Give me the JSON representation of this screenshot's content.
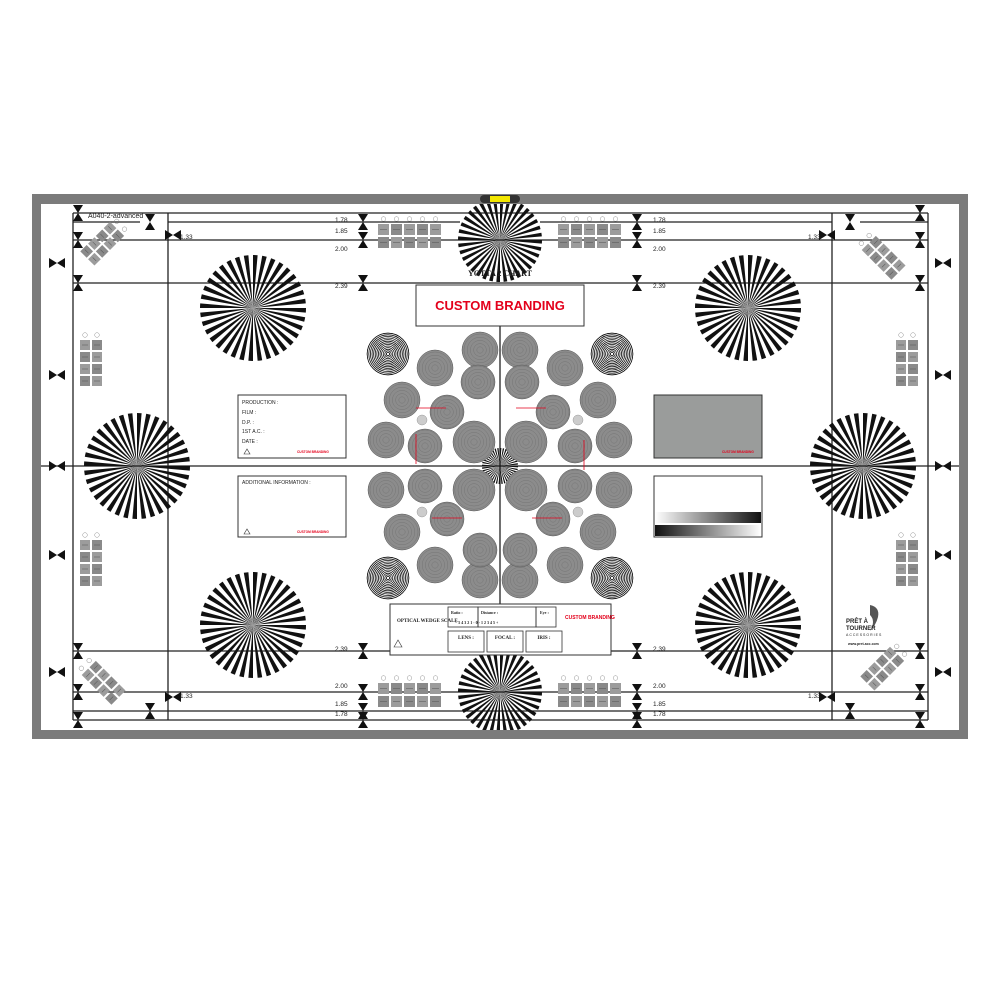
{
  "chart": {
    "code": "A040-2-advanced",
    "title": "YOTTA 2 CHART",
    "ratios": {
      "r178": "1.78",
      "r185": "1.85",
      "r200": "2.00",
      "r239": "2.39",
      "r133": "1.33"
    },
    "branding": "CUSTOM BRANDING"
  },
  "form_left": {
    "production": "PRODUCTION :",
    "film": "FILM :",
    "dp": "D.P. :",
    "ac": "1ST A.C. :",
    "date": "DATE :",
    "additional": "ADDITIONAL INFORMATION :",
    "branding": "CUSTOM BRANDING"
  },
  "grey_card": {
    "branding": "CUSTOM BRANDING"
  },
  "wedge_box": {
    "title": "OPTICAL WEDGE SCALE",
    "ratio": "Ratio :",
    "distance": "Distance :",
    "eye": "Eye :",
    "scale": "−  5  4  3  2  1  ·  0  ·  1  2  3  4  5  +",
    "lens": "LENS :",
    "focal": "FOCAL :",
    "iris": "IRIS :",
    "branding": "CUSTOM BRANDING"
  },
  "logo": {
    "line1": "PRÊT À",
    "line2": "TOURNER",
    "line3": "ACCESSORIES",
    "url": "www.pret-acc.com"
  },
  "colors": {
    "frame": "#7b7b7b",
    "level": "#f2e600",
    "brand_red": "#e3001b",
    "grey_card": "#9a9c9b"
  }
}
